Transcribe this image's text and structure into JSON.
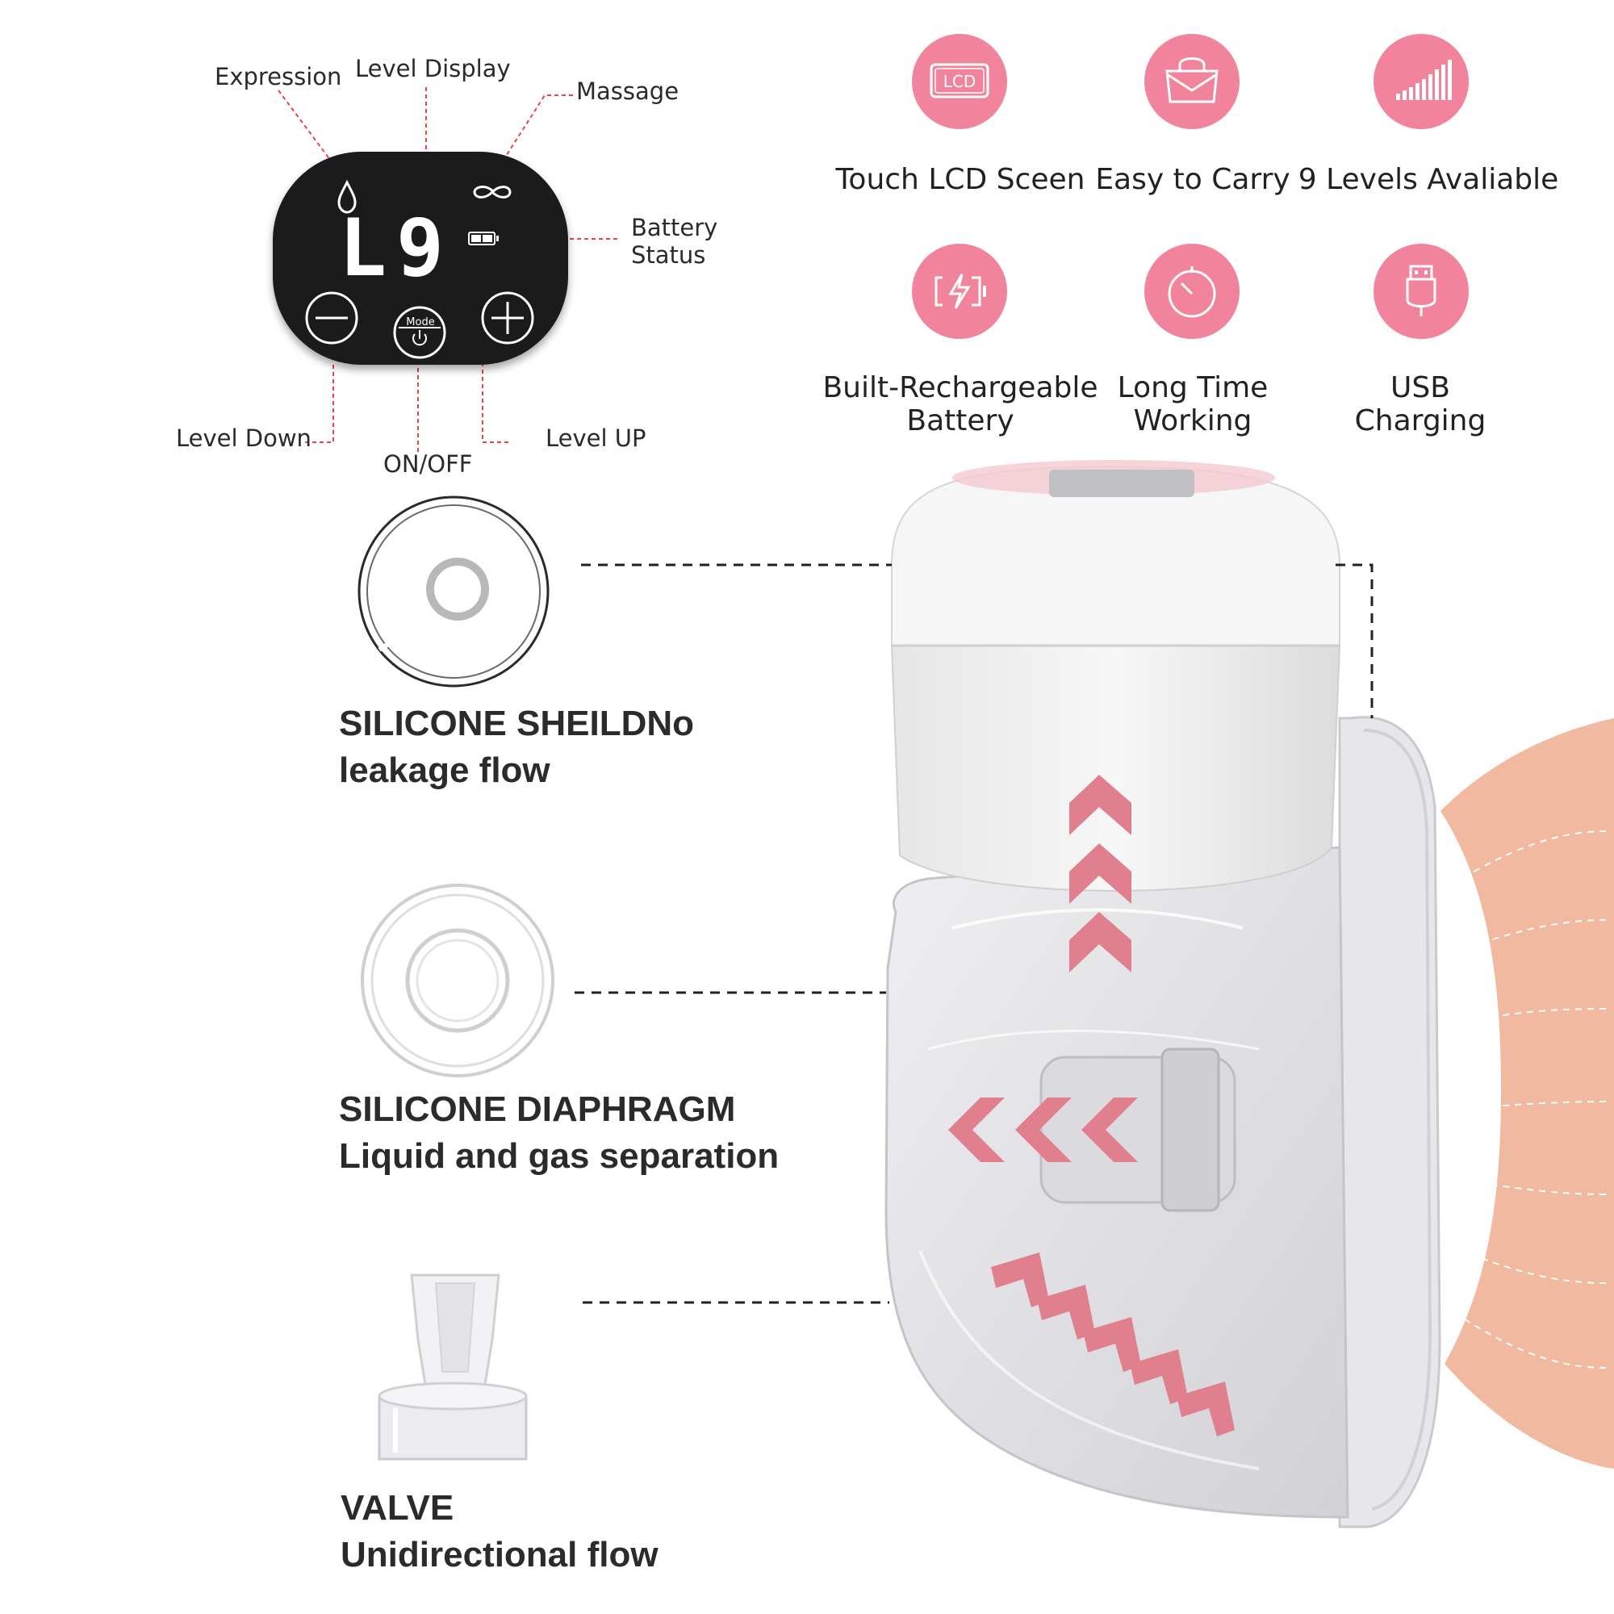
{
  "panel": {
    "labels": {
      "expression": "Expression",
      "level_display": "Level Display",
      "massage": "Massage",
      "battery_status_line1": "Battery",
      "battery_status_line2": "Status",
      "level_down": "Level Down",
      "on_off": "ON/OFF",
      "level_up": "Level UP"
    },
    "display_value": "L9",
    "mode_button_text": "Mode"
  },
  "features": [
    {
      "icon": "lcd-icon",
      "line1": "Touch LCD Sceen",
      "line2": ""
    },
    {
      "icon": "bag-icon",
      "line1": "Easy to Carry",
      "line2": ""
    },
    {
      "icon": "signal-levels-icon",
      "line1": "9 Levels Avaliable",
      "line2": ""
    },
    {
      "icon": "battery-charge-icon",
      "line1": "Built-Rechargeable",
      "line2": "Battery"
    },
    {
      "icon": "timer-icon",
      "line1": "Long Time",
      "line2": "Working"
    },
    {
      "icon": "usb-icon",
      "line1": "USB",
      "line2": "Charging"
    }
  ],
  "parts": [
    {
      "title": "SILICONE SHEILDNo",
      "subtitle": "leakage flow"
    },
    {
      "title": "SILICONE DIAPHRAGM",
      "subtitle": "Liquid and gas separation"
    },
    {
      "title": "VALVE",
      "subtitle": "Unidirectional flow"
    }
  ],
  "colors": {
    "accent_pink": "#f2839c",
    "arrow_pink": "#e07f8e",
    "panel_black": "#1b1b1b",
    "skin": "#f1b9a0",
    "leader_red": "#e84545"
  }
}
